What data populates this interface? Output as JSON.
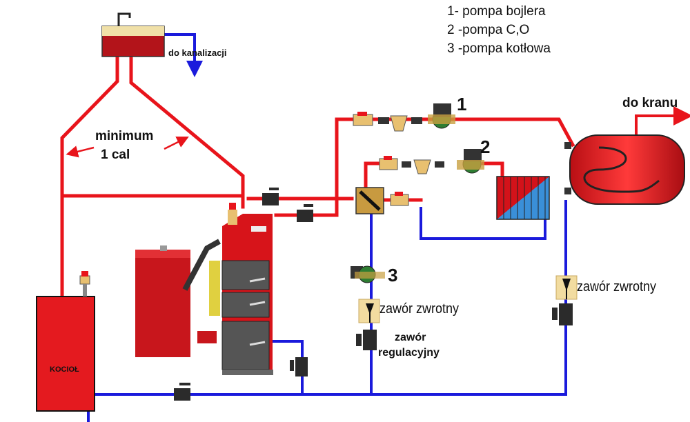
{
  "legend": [
    "1- pompa bojlera",
    "2 -pompa C,O",
    "3 -pompa kotłowa"
  ],
  "labels": {
    "drain": "do kanalizacji",
    "tap": "do kranu",
    "minimum": "minimum",
    "one_inch": "1 cal",
    "check_valve_pump": "zawór zwrotny",
    "check_valve_boiler": "zawór zwrotny",
    "reg_valve_line1": "zawór",
    "reg_valve_line2": "regulacyjny",
    "boiler": "KOCIOŁ",
    "pump1_num": "1",
    "pump2_num": "2",
    "pump3_num": "3"
  },
  "colors": {
    "supply": "#e8141b",
    "return": "#1a1adc",
    "boiler_body": "#e41a1f",
    "hopper": "#c8161c",
    "valve_body": "#e8c070",
    "pump_green": "#2e7d32"
  },
  "icons": [
    "expansion-tank-icon",
    "pump-icon",
    "ball-valve-icon",
    "strainer-icon",
    "check-valve-icon",
    "four-way-mixing-valve-icon",
    "radiator-icon",
    "hot-water-cylinder-icon",
    "safety-valve-icon",
    "pellet-boiler-icon"
  ]
}
